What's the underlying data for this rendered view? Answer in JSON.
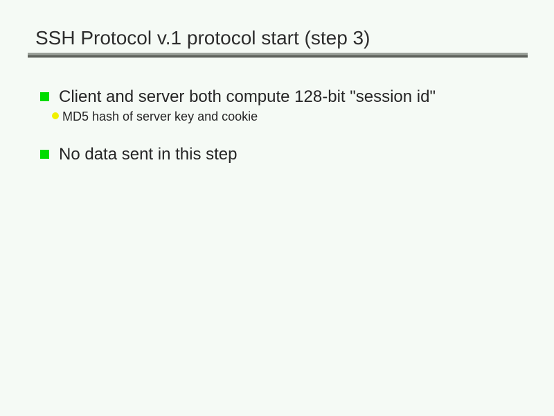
{
  "slide": {
    "title": "SSH Protocol v.1 protocol start (step 3)",
    "bullets": [
      {
        "level": 1,
        "marker": "green-square",
        "text": "Client and server both compute 128-bit \"session id\""
      },
      {
        "level": 2,
        "marker": "yellow-circle",
        "text": "MD5 hash of server key and cookie"
      },
      {
        "level": 1,
        "marker": "green-square",
        "text": "No data sent in this step"
      }
    ],
    "colors": {
      "background": "#f5faf5",
      "title_text": "#2d2d2d",
      "body_text": "#262626",
      "bullet_green": "#00dc00",
      "bullet_yellow": "#f0f000",
      "rule_top": "#9aa099",
      "rule_bottom": "#5c605a"
    }
  }
}
